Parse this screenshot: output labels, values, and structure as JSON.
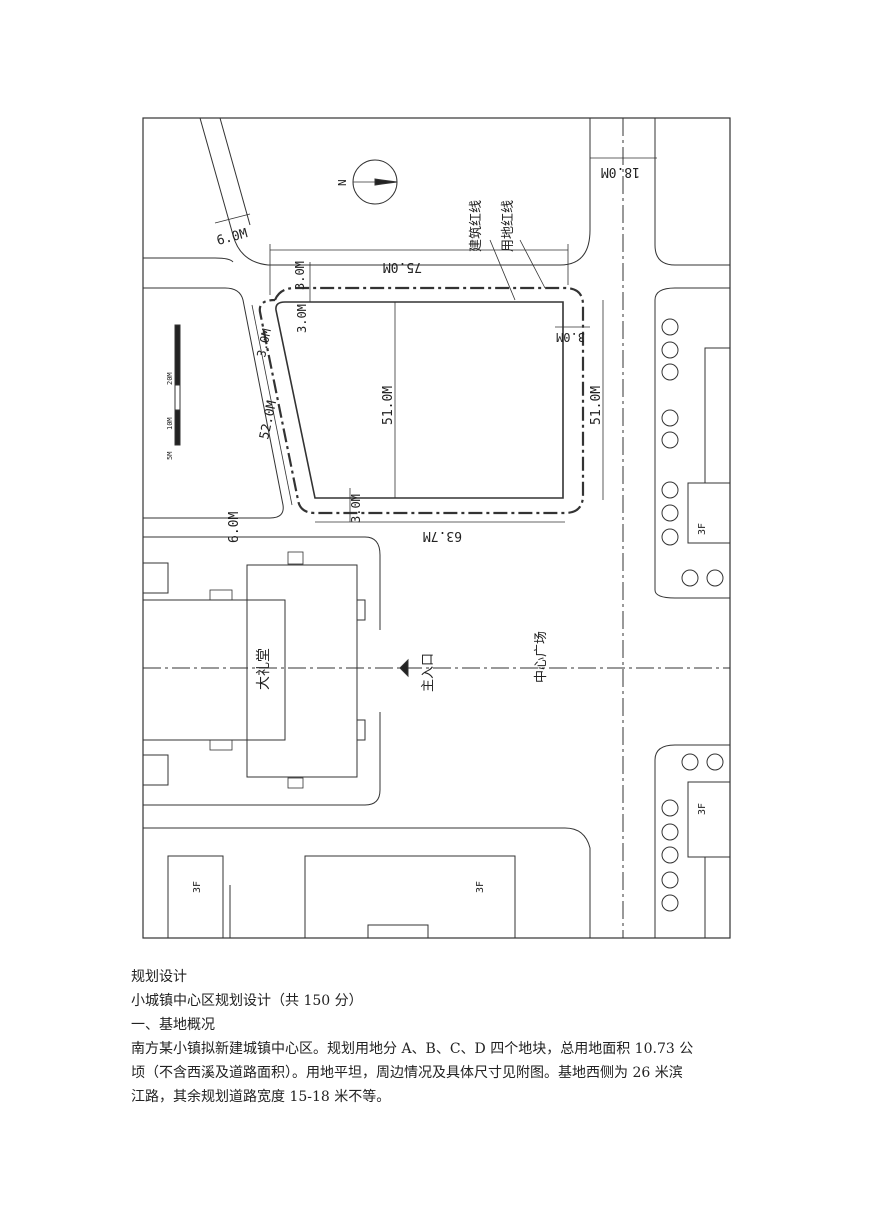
{
  "plan": {
    "dims": {
      "top_width": "75.0M",
      "left_road": "6.0M",
      "right_road": "18.0M",
      "top_setback": "3.0M",
      "left_setback": "3.0M",
      "right_setback": "3.0M",
      "bottom_setback": "3.0M",
      "left_side": "52.0M",
      "inner_height": "51.0M",
      "right_side": "51.0M",
      "bottom_width": "63.7M",
      "bottom_left_road": "6.0M"
    },
    "labels": {
      "building_line": "建筑红线",
      "land_line": "用地红线",
      "auditorium": "大礼堂",
      "main_entrance": "主入口",
      "central_plaza": "中心广场",
      "floors_3f": "3F",
      "north": "N"
    },
    "scale": [
      "20M",
      "10M",
      "5M"
    ]
  },
  "text": {
    "line1": "规划设计",
    "line2": "小城镇中心区规划设计（共 150 分）",
    "line3": "一、基地概况",
    "line4": "南方某小镇拟新建城镇中心区。规划用地分 A、B、C、D 四个地块，总用地面积 10.73 公",
    "line5": "顷（不含西溪及道路面积）。用地平坦，周边情况及具体尺寸见附图。基地西侧为 26 米滨",
    "line6": "江路，其余规划道路宽度 15-18 米不等。"
  }
}
